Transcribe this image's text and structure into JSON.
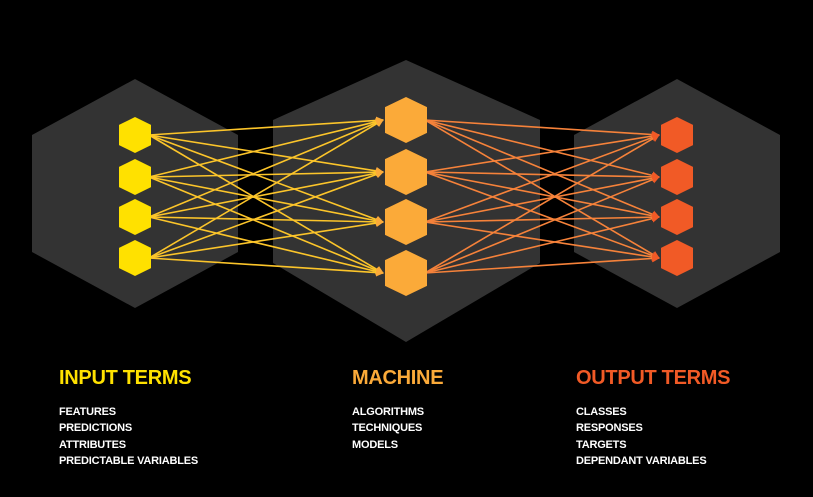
{
  "colors": {
    "background": "#000000",
    "panel": "#333333",
    "input": "#FFE100",
    "machine": "#FBAA39",
    "output": "#F15A26",
    "text": "#FFFFFF"
  },
  "layers": [
    {
      "key": "input",
      "title": "INPUT TERMS",
      "nodes": 4,
      "items": [
        "FEATURES",
        "PREDICTIONS",
        "ATTRIBUTES",
        "PREDICTABLE VARIABLES"
      ]
    },
    {
      "key": "machine",
      "title": "MACHINE",
      "nodes": 4,
      "items": [
        "ALGORITHMS",
        "TECHNIQUES",
        "MODELS"
      ]
    },
    {
      "key": "output",
      "title": "OUTPUT TERMS",
      "nodes": 4,
      "items": [
        "CLASSES",
        "RESPONSES",
        "TARGETS",
        "DEPENDANT VARIABLES"
      ]
    }
  ]
}
